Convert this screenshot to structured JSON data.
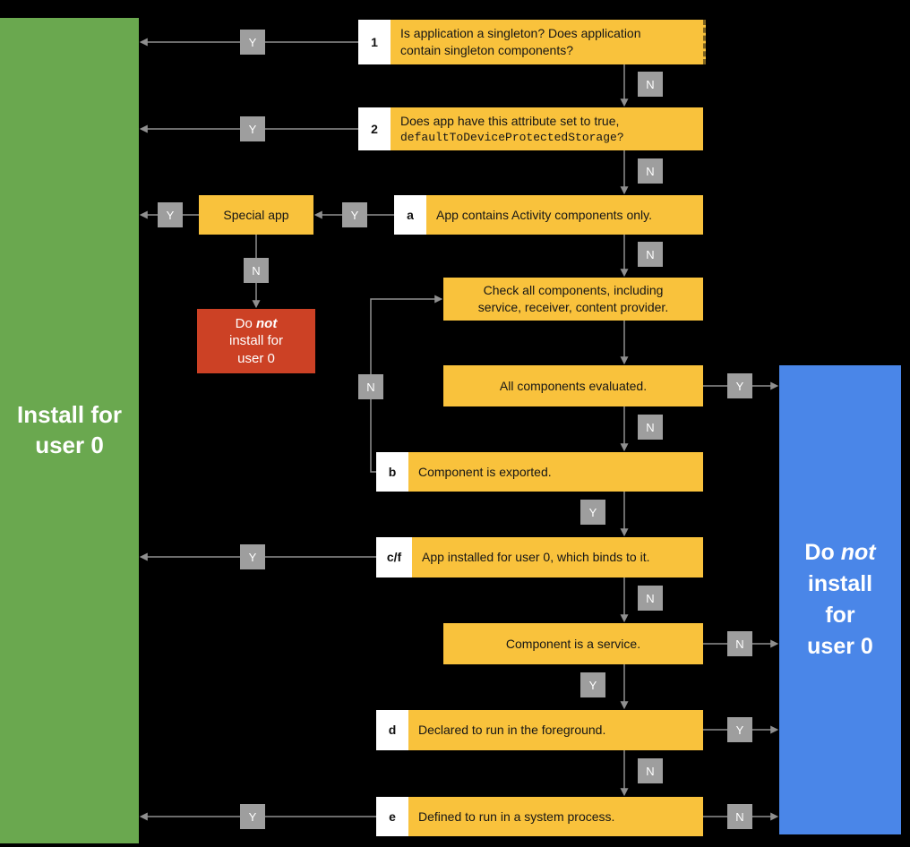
{
  "colors": {
    "background": "#000000",
    "green": "#6aa84f",
    "blue": "#4a86e8",
    "yellow": "#f9c23c",
    "red": "#cc4125",
    "gray": "#9e9e9e",
    "line": "#8f8f8f"
  },
  "labels": {
    "yes": "Y",
    "no": "N"
  },
  "panels": {
    "install": {
      "line1": "Install for",
      "line2": "user 0"
    },
    "no_install": {
      "word_do": "Do",
      "word_not": "not",
      "line2": "install",
      "line3": "for",
      "line4": "user 0"
    }
  },
  "boxes": {
    "q1": {
      "badge": "1",
      "text": "Is application a singleton? Does application\ncontain singleton components?"
    },
    "q2": {
      "badge": "2",
      "text": "Does app have this attribute set to true,",
      "text_mono": "defaultToDeviceProtectedStorage?"
    },
    "qa": {
      "badge": "a",
      "text": "App contains Activity components only."
    },
    "special": {
      "text": "Special app"
    },
    "do_not_install": {
      "word_do": "Do",
      "word_not": "not",
      "line2": "install for",
      "line3": "user 0"
    },
    "check": {
      "text": "Check all components, including\nservice, receiver, content provider."
    },
    "evaluated": {
      "text": "All components evaluated."
    },
    "qb": {
      "badge": "b",
      "text": "Component is exported."
    },
    "qcf": {
      "badge": "c/f",
      "text": "App installed for user 0, which binds to it."
    },
    "service": {
      "text": "Component is a service."
    },
    "qd": {
      "badge": "d",
      "text": "Declared to run in the foreground."
    },
    "qe": {
      "badge": "e",
      "text": "Defined to run in a system process."
    }
  }
}
